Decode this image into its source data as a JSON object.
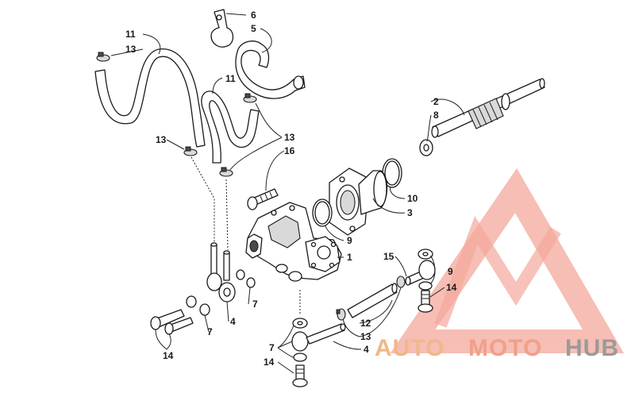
{
  "callouts": {
    "c1": "1",
    "c2": "2",
    "c3": "3",
    "c4a": "4",
    "c4b": "4",
    "c5": "5",
    "c6": "6",
    "c7a": "7",
    "c7b": "7",
    "c7c": "7",
    "c8": "8",
    "c9a": "9",
    "c9b": "9",
    "c10": "10",
    "c11a": "11",
    "c11b": "11",
    "c12": "12",
    "c13a": "13",
    "c13b": "13",
    "c13c": "13",
    "c13d": "13",
    "c14a": "14",
    "c14b": "14",
    "c14c": "14",
    "c15": "15",
    "c16": "16"
  },
  "watermark": {
    "part1": "AUTO",
    "part2": "MOTO",
    "part3": "HUB",
    "color_primary": "#f0a08a",
    "color_secondary": "#ebb88a",
    "color_dark": "#9a9a9a"
  }
}
